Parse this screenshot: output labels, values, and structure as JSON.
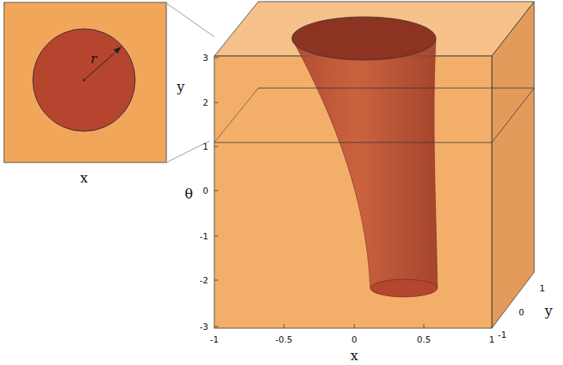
{
  "diagram": {
    "labels": [
      "r",
      "y",
      "x",
      "3",
      "2",
      "1",
      "0",
      "-1",
      "-2",
      "-3",
      "θ",
      "-1",
      "-0.5",
      "0",
      "0.5",
      "1",
      "x",
      "-1",
      "0",
      "1",
      "y"
    ]
  }
}
